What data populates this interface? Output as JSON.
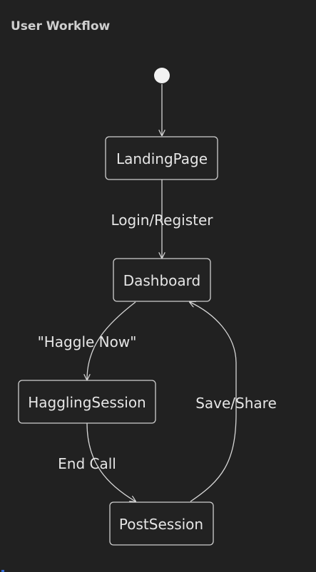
{
  "diagram": {
    "title": "User Workflow",
    "nodes": {
      "landing": "LandingPage",
      "dashboard": "Dashboard",
      "haggling": "HagglingSession",
      "post": "PostSession"
    },
    "edges": {
      "login": "Login/Register",
      "haggle": "\"Haggle Now\"",
      "endcall": "End Call",
      "save": "Save/Share"
    }
  }
}
